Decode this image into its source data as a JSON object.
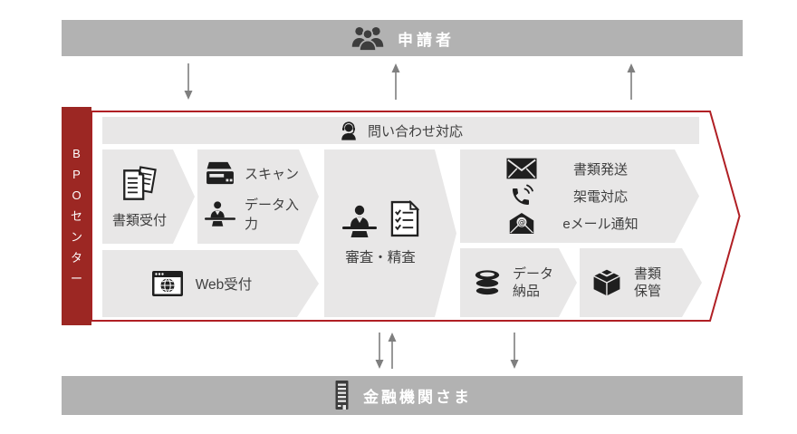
{
  "colors": {
    "bar_gray": "#b2b2b2",
    "block_gray": "#e8e7e7",
    "bpo_red": "#9c2723",
    "arrow_outline_red": "#b01f24",
    "flow_arrow_gray": "#7f7f7f",
    "icon_dark": "#1f1f1f",
    "label_dark": "#3f3f3f"
  },
  "top_bar": {
    "label": "申請者",
    "icon": "people-group-icon"
  },
  "bpo_bar": {
    "label": "BPOセンター",
    "letters": [
      "B",
      "P",
      "O",
      "セ",
      "ン",
      "タ",
      "ー"
    ]
  },
  "inquiry_bar": {
    "label": "問い合わせ対応",
    "icon": "headset-operator-icon"
  },
  "process_blocks": {
    "document_reception": {
      "label": "書類受付",
      "icon": "documents-icon"
    },
    "scan": {
      "label": "スキャン",
      "icon": "scanner-icon"
    },
    "data_entry": {
      "label": "データ入力",
      "icon": "person-typing-icon"
    },
    "web_reception": {
      "label": "Web受付",
      "icon": "browser-globe-icon"
    },
    "review": {
      "label": "審査・精査",
      "icons": [
        "person-desk-icon",
        "checklist-icon"
      ]
    },
    "document_dispatch": {
      "label": "書類発送",
      "icon": "envelope-icon"
    },
    "outbound_call": {
      "label": "架電対応",
      "icon": "phone-call-icon"
    },
    "email_notification": {
      "label": "eメール通知",
      "icon": "email-at-icon"
    },
    "data_delivery": {
      "line1": "データ",
      "line2": "納品",
      "icon": "database-icon"
    },
    "document_storage": {
      "line1": "書類",
      "line2": "保管",
      "icon": "box-icon"
    }
  },
  "bottom_bar": {
    "label": "金融機関さま",
    "icon": "building-icon"
  },
  "flow_arrows": {
    "top": [
      "down",
      "up",
      "up"
    ],
    "bottom": [
      "down",
      "up",
      "down"
    ]
  },
  "icons": {
    "email_at_glyph": "@"
  }
}
